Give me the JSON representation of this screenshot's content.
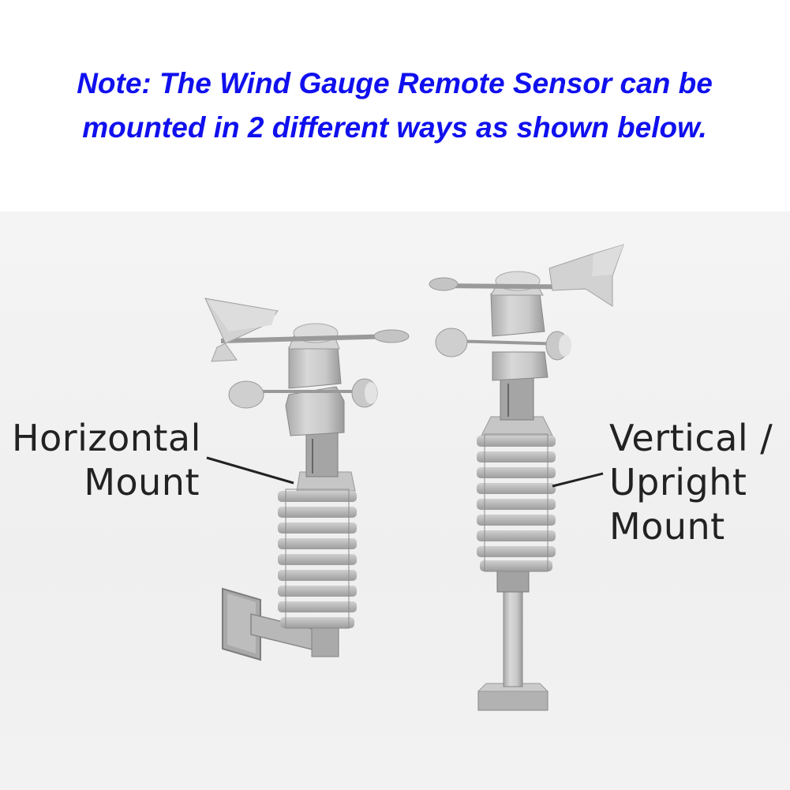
{
  "note": {
    "line1": "Note: The Wind Gauge Remote Sensor can be",
    "line2": "mounted in 2 different ways as shown below."
  },
  "labels": {
    "horizontal": {
      "line1": "Horizontal",
      "line2": "Mount"
    },
    "vertical": {
      "line1": "Vertical /",
      "line2": "Upright",
      "line3": "Mount"
    }
  },
  "colors": {
    "note_text": "#1010ee",
    "label_text": "#222222",
    "sensor_body": "#c8c8c8",
    "sensor_shadow": "#8f8f8f",
    "background_band": "#f1f1f1"
  }
}
